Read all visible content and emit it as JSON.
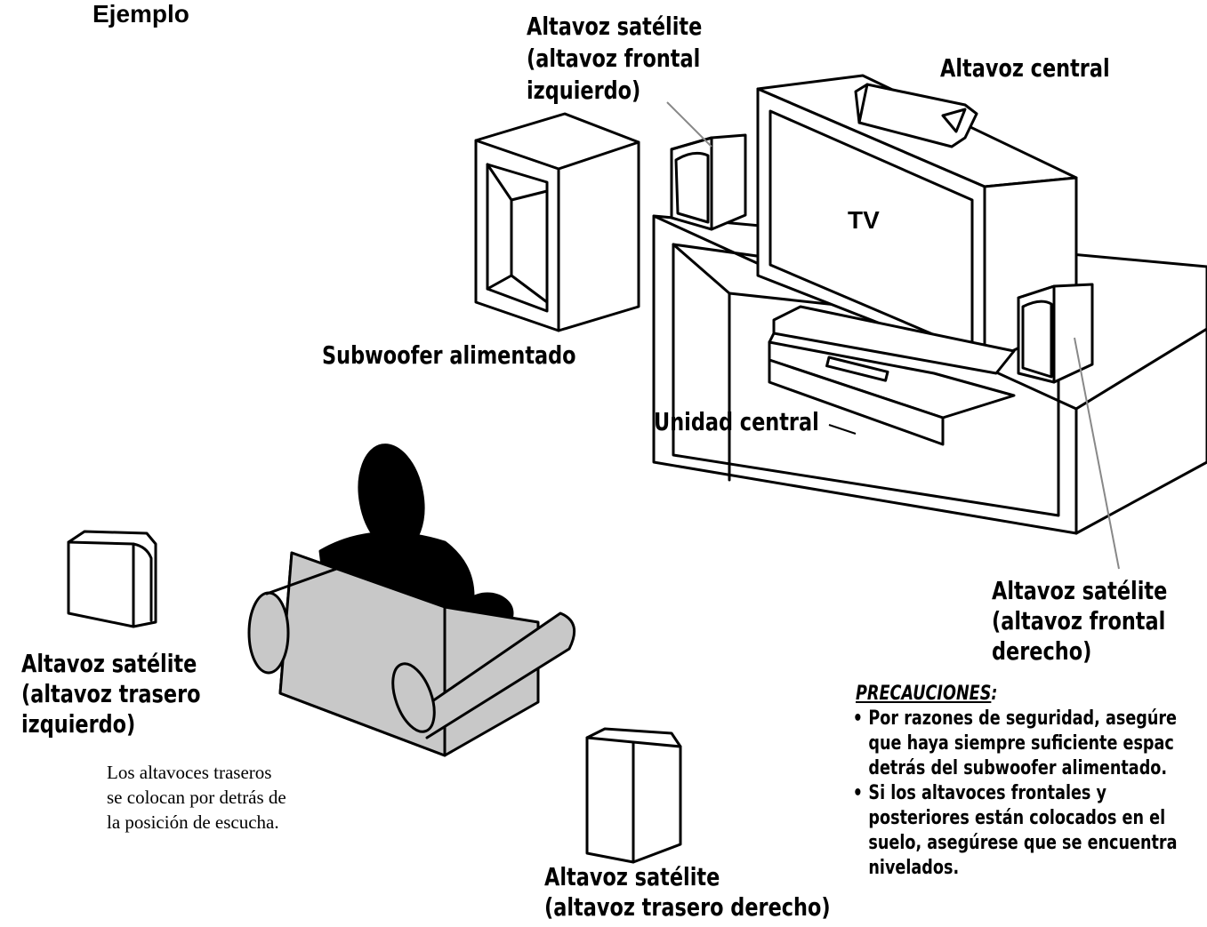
{
  "example_heading": "Ejemplo",
  "labels": {
    "front_left": [
      "Altavoz satélite",
      "(altavoz frontal",
      "izquierdo)"
    ],
    "center": "Altavoz central",
    "tv": "TV",
    "subwoofer": "Subwoofer alimentado",
    "main_unit": "Unidad central",
    "front_right": [
      "Altavoz satélite",
      "(altavoz frontal",
      "derecho)"
    ],
    "rear_left": [
      "Altavoz satélite",
      "(altavoz trasero",
      "izquierdo)"
    ],
    "rear_right": [
      "Altavoz satélite",
      "(altavoz trasero derecho)"
    ]
  },
  "note": [
    "Los altavoces traseros",
    "se colocan por detrás de",
    "la posición de escucha."
  ],
  "precautions": {
    "title": "PRECAUCIONES",
    "colon": ":",
    "items": [
      [
        "Por razones de seguridad, asegúre",
        "que haya siempre suficiente espac",
        "detrás del subwoofer alimentado."
      ],
      [
        "Si los altavoces frontales y",
        "posteriores están colocados en el",
        "suelo, asegúrese que se encuentra",
        "nivelados."
      ]
    ]
  }
}
